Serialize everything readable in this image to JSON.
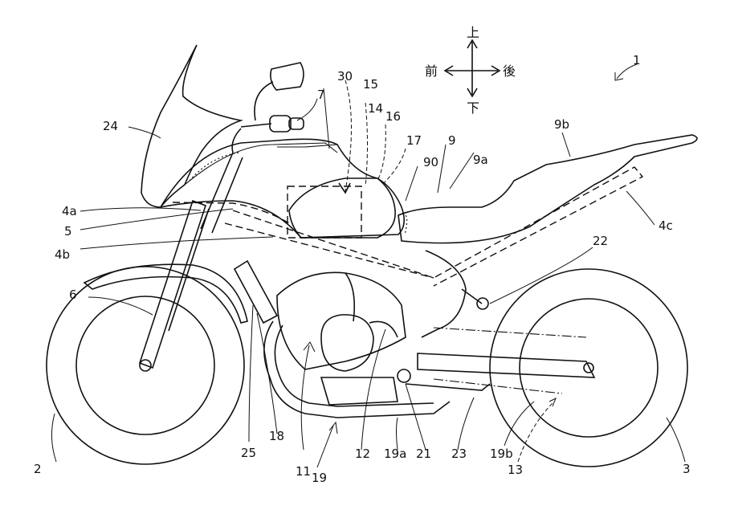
{
  "directions": {
    "up": "上",
    "down": "下",
    "front": "前",
    "rear": "後"
  },
  "labels": {
    "n1": "1",
    "n2": "2",
    "n3": "3",
    "n4a": "4a",
    "n4b": "4b",
    "n4c": "4c",
    "n5": "5",
    "n6": "6",
    "n7": "7",
    "n9": "9",
    "n9a": "9a",
    "n9b": "9b",
    "n11": "11",
    "n12": "12",
    "n13": "13",
    "n14": "14",
    "n15": "15",
    "n16": "16",
    "n17": "17",
    "n18": "18",
    "n19": "19",
    "n19a": "19a",
    "n19b": "19b",
    "n21": "21",
    "n22": "22",
    "n23": "23",
    "n24": "24",
    "n25": "25",
    "n30": "30",
    "n90": "90"
  }
}
